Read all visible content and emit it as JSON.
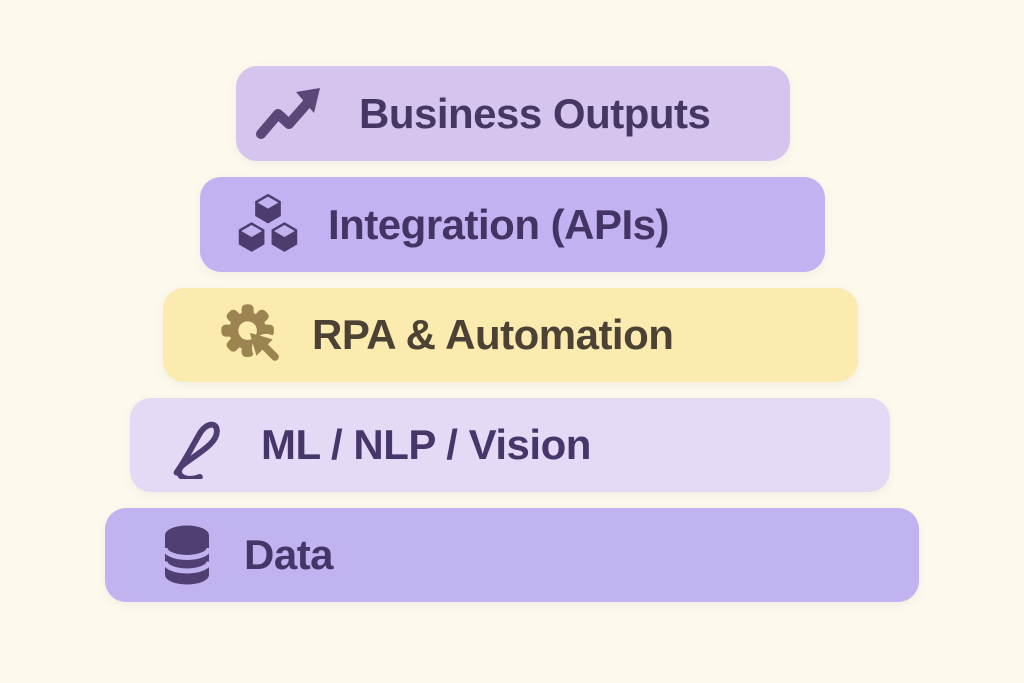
{
  "background_color": "#fdf9ec",
  "diagram": {
    "type": "stacked-layer-pyramid",
    "layer_count": 5
  },
  "layers": [
    {
      "label": "Business Outputs",
      "icon": "trending-up-icon",
      "bg_color": "#d5c4ee",
      "text_color": "#453664",
      "icon_color": "#594878"
    },
    {
      "label": "Integration (APIs)",
      "icon": "cubes-icon",
      "bg_color": "#c2b2f1",
      "text_color": "#443463",
      "icon_color": "#4d3d6e"
    },
    {
      "label": "RPA & Automation",
      "icon": "gear-cursor-icon",
      "bg_color": "#fbebae",
      "text_color": "#4b4135",
      "icon_color": "#9c8450"
    },
    {
      "label": "ML / NLP / Vision",
      "icon": "function-curve-icon",
      "bg_color": "#e4daf6",
      "text_color": "#46366a",
      "icon_color": "#4e3d72"
    },
    {
      "label": "Data",
      "icon": "database-icon",
      "bg_color": "#c1b3f0",
      "text_color": "#443666",
      "icon_color": "#4f3f73"
    }
  ]
}
